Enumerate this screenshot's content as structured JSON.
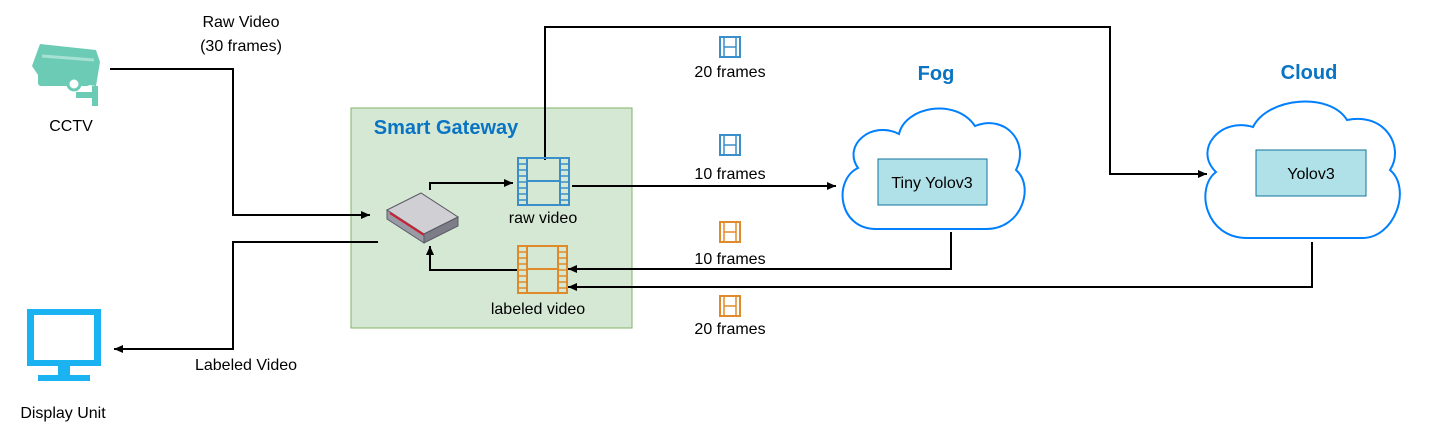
{
  "nodes": {
    "cctv": {
      "label": "CCTV"
    },
    "display": {
      "label": "Display Unit"
    },
    "gateway": {
      "title": "Smart Gateway"
    },
    "raw_video": {
      "label": "raw video"
    },
    "labeled_video": {
      "label": "labeled video"
    },
    "fog": {
      "title": "Fog",
      "model": "Tiny Yolov3"
    },
    "cloud": {
      "title": "Cloud",
      "model": "Yolov3"
    }
  },
  "edges": {
    "raw_input": {
      "line1": "Raw Video",
      "line2": "(30 frames)"
    },
    "labeled_output": {
      "label": "Labeled Video"
    },
    "to_cloud": {
      "label": "20 frames"
    },
    "to_fog": {
      "label": "10 frames"
    },
    "from_fog": {
      "label": "10 frames"
    },
    "from_cloud": {
      "label": "20 frames"
    }
  },
  "colors": {
    "title_blue": "#0a74c4",
    "gateway_fill": "#d5e8d4",
    "gateway_stroke": "#82b366",
    "model_fill": "#b1e1e8",
    "model_stroke": "#10739e",
    "cloud_stroke": "#007fff",
    "raw_film": "#3a8ec9",
    "labeled_film": "#e08a2b",
    "monitor": "#1ab2f0",
    "camera": "#6ccbb5"
  },
  "icons": {
    "camera": "cctv-camera-icon",
    "monitor": "monitor-icon",
    "router": "router-icon",
    "film": "film-strip-icon"
  }
}
